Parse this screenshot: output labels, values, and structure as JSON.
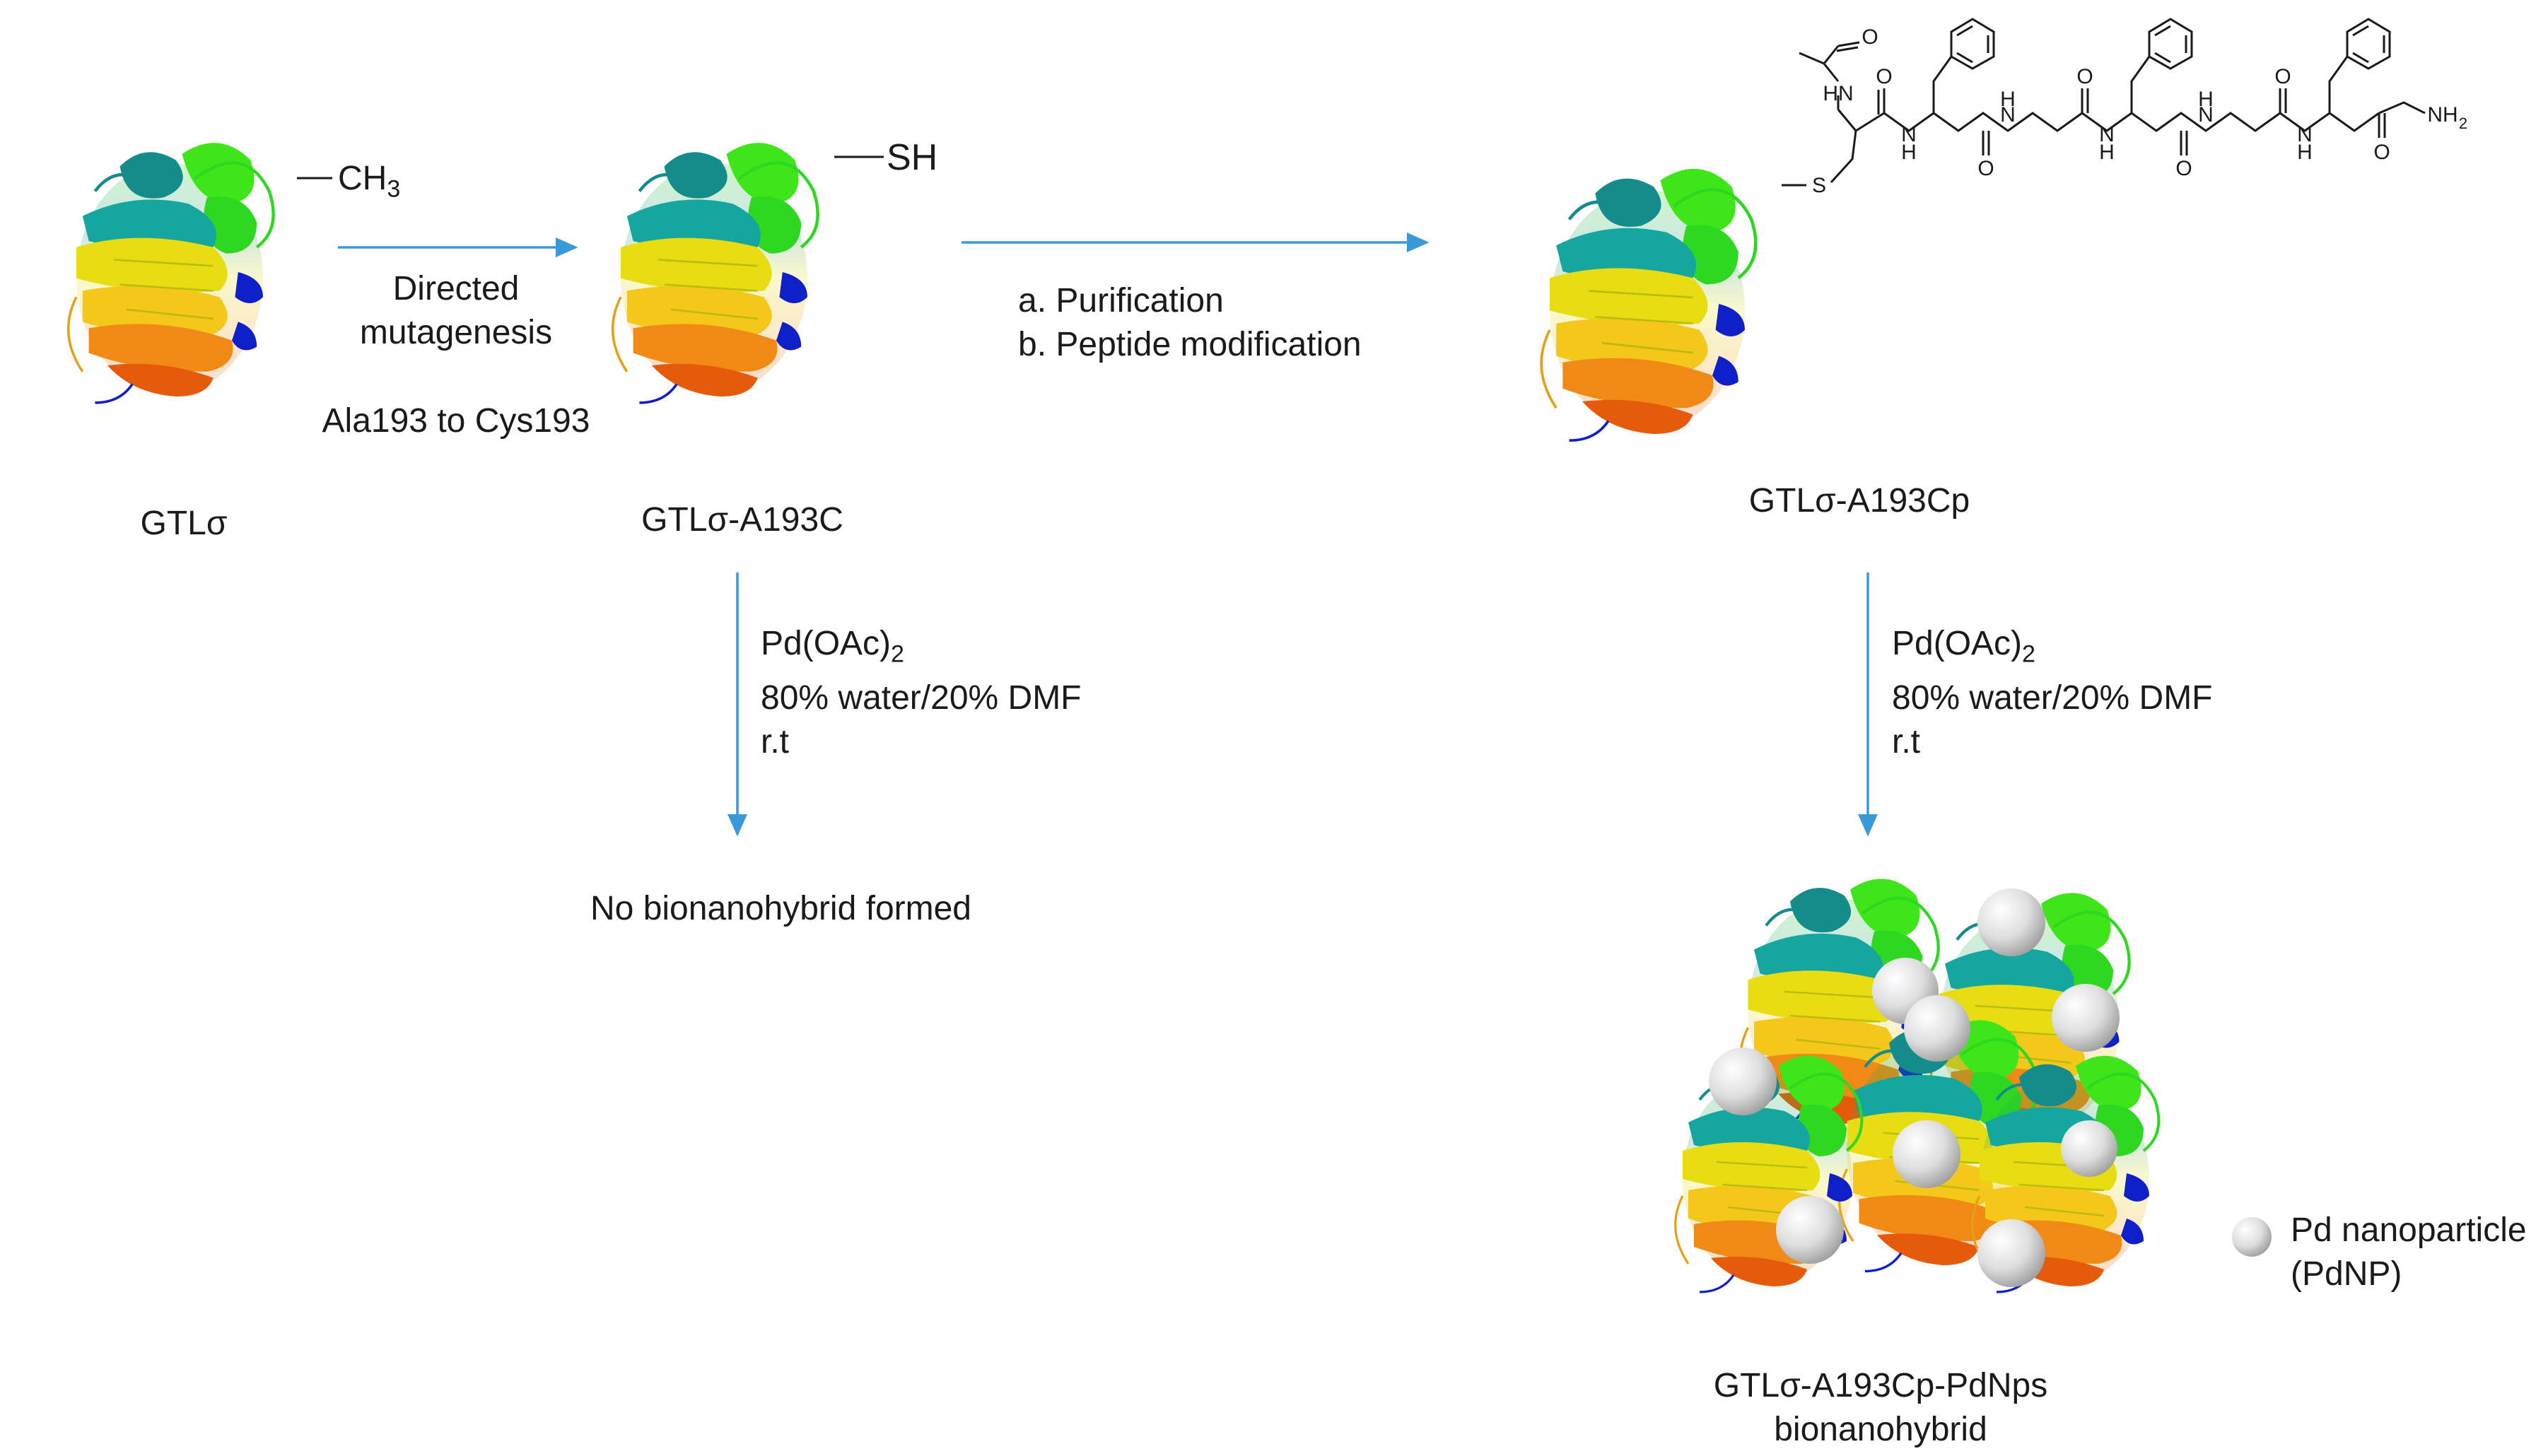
{
  "structures": {
    "gtl": {
      "label": "GTLσ",
      "group": "CH",
      "group_sub": "3"
    },
    "mutant": {
      "label": "GTLσ-A193C",
      "group": "SH"
    },
    "peptide": {
      "label": "GTLσ-A193Cp",
      "atom_labels": [
        "HN",
        "O",
        "H",
        "N",
        "O",
        "H",
        "N",
        "O",
        "H",
        "N",
        "O",
        "H",
        "N",
        "O",
        "H",
        "N",
        "O",
        "O",
        "NH",
        "2",
        "S"
      ]
    },
    "hybrid": {
      "label_line1": "GTLσ-A193Cp-PdNps",
      "label_line2": "bionanohybrid"
    }
  },
  "steps": {
    "mutagenesis": {
      "line1": "Directed",
      "line2": "mutagenesis",
      "detail": "Ala193 to Cys193"
    },
    "modification": {
      "line1": "a. Purification",
      "line2": "b. Peptide modification"
    },
    "pd_left": {
      "reagent": "Pd(OAc)",
      "reagent_sub": "2",
      "solvent": "80% water/20% DMF",
      "temp": "r.t"
    },
    "pd_right": {
      "reagent": "Pd(OAc)",
      "reagent_sub": "2",
      "solvent": "80% water/20% DMF",
      "temp": "r.t"
    }
  },
  "outcome_left": "No bionanohybrid formed",
  "legend": {
    "line1": "Pd nanoparticle",
    "line2": "(PdNP)"
  },
  "colors": {
    "arrow": "#3a9ad9",
    "helix_green": "#3ee619",
    "helix_teal": "#148c8c",
    "helix_blue": "#1020c8",
    "sheet_yellow": "#ffe000",
    "sheet_orange": "#f07010",
    "particle": "#dcdcdc"
  }
}
